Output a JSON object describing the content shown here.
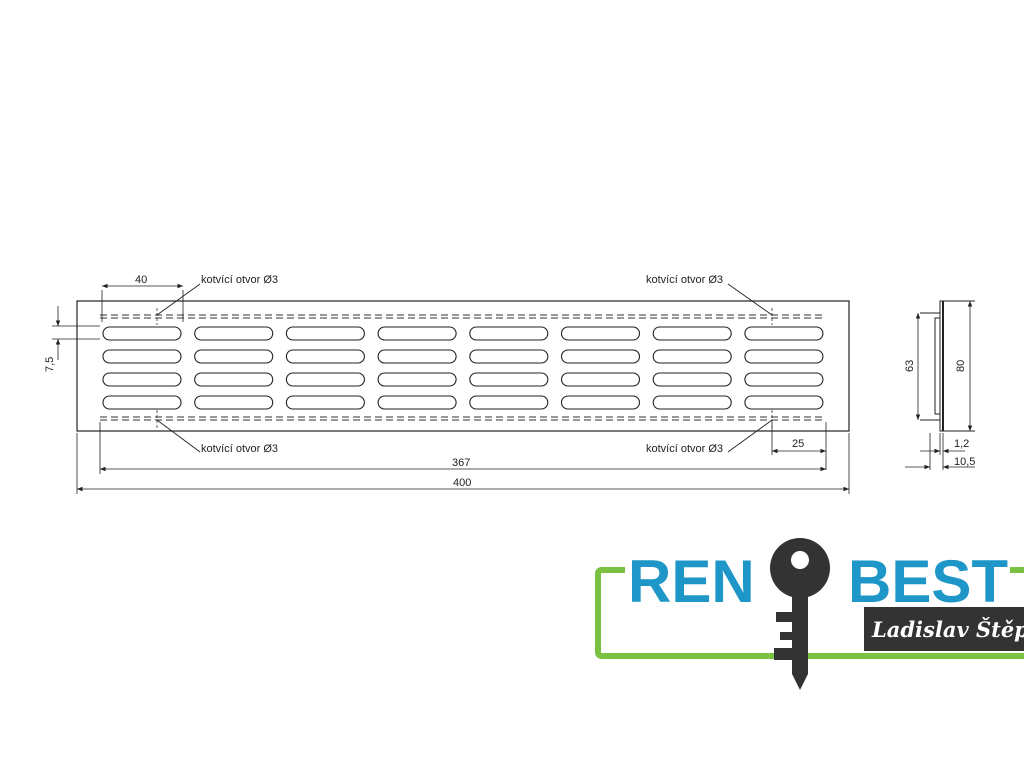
{
  "drawing": {
    "dimensions": {
      "slot_pitch": "40",
      "left_offset": "7,5",
      "inner_length": "367",
      "overall_length": "400",
      "edge_offset": "25",
      "height_inner": "63",
      "height_outer": "80",
      "thickness_thin": "1,2",
      "thickness_total": "10,5"
    },
    "callouts": {
      "top_left": "kotvící otvor Ø3",
      "top_right": "kotvící otvor Ø3",
      "bottom_left": "kotvící otvor Ø3",
      "bottom_right": "kotvící otvor Ø3"
    },
    "slot_columns": 8,
    "slot_rows": 4
  },
  "logo": {
    "brand_left": "REN",
    "brand_right": "BEST",
    "owner": "Ladislav Štěpán",
    "colors": {
      "brand_blue": "#1e96c8",
      "frame_green": "#7cc242",
      "key_dark": "#333333",
      "owner_bg": "#333333",
      "owner_text": "#ffffff"
    },
    "key_icon": "key-icon"
  }
}
